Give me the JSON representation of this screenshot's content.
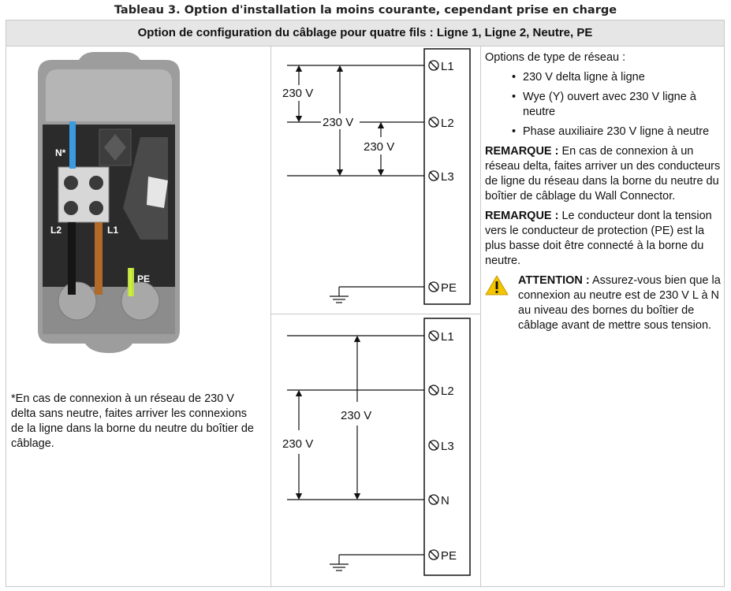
{
  "caption": "Tableau 3. Option d'installation la moins courante, cependant prise en charge",
  "header": "Option de configuration du câblage pour quatre fils : Ligne 1, Ligne 2, Neutre, PE",
  "photo": {
    "labels": {
      "n": "N*",
      "l2": "L2",
      "l1": "L1",
      "pe": "PE"
    }
  },
  "footnote": "*En cas de connexion à un réseau de 230 V delta sans neutre, faites arriver les connexions de la ligne dans la borne du neutre du boîtier de câblage.",
  "diagram_top": {
    "terminals": [
      "L1",
      "L2",
      "L3",
      "PE"
    ],
    "voltage_l1_l2": "230 V",
    "voltage_l1_l3": "230 V",
    "voltage_l2_l3": "230 V"
  },
  "diagram_bottom": {
    "terminals": [
      "L1",
      "L2",
      "L3",
      "N",
      "PE"
    ],
    "voltage_l2_n": "230 V",
    "voltage_l1_n": "230 V"
  },
  "notes": {
    "intro": "Options de type de réseau :",
    "bullets": [
      "230 V delta ligne à ligne",
      "Wye (Y) ouvert avec 230 V ligne à neutre",
      "Phase auxiliaire 230 V ligne à neutre"
    ],
    "remark1_label": "REMARQUE :",
    "remark1_text": " En cas de connexion à un réseau delta, faites arriver un des conducteurs de ligne du réseau dans la borne du neutre du boîtier de câblage du Wall Connector.",
    "remark2_label": "REMARQUE :",
    "remark2_text": " Le conducteur dont la tension vers le conducteur de protection (PE) est la plus basse doit être connecté à la borne du neutre.",
    "caution_label": "ATTENTION :",
    "caution_text": " Assurez-vous bien que la connexion au neutre est de 230 V L à N au niveau des bornes du boîtier de câblage avant de mettre sous tension."
  },
  "colors": {
    "neutral_wire": "#3a9be0",
    "line1_wire": "#b06a2a",
    "line2_wire": "#1a1a1a",
    "pe_wire": "#b9e04a",
    "warning": "#f3c400"
  }
}
